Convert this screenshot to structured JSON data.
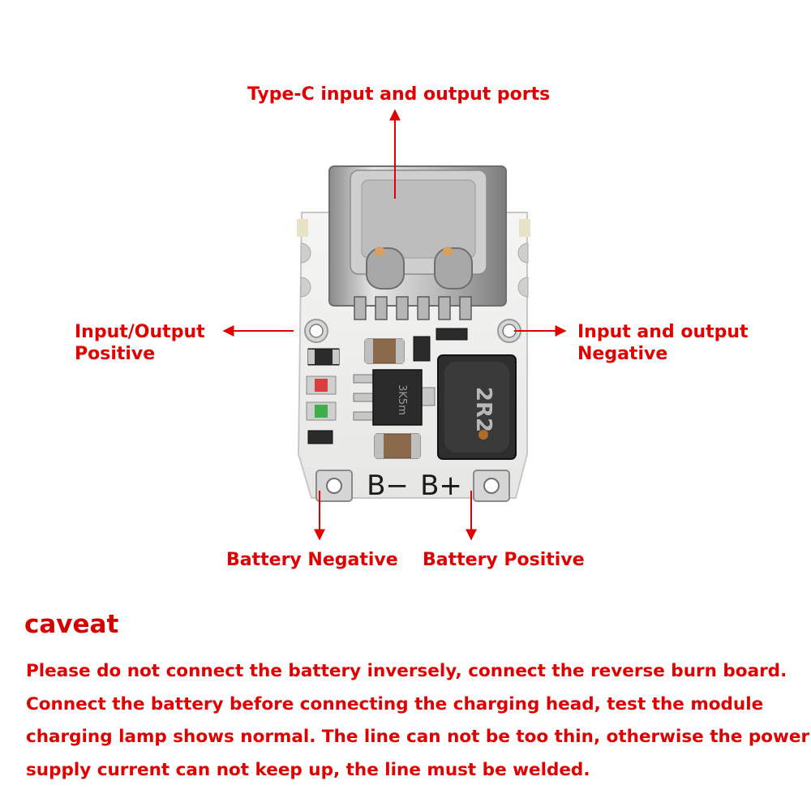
{
  "labels": {
    "typec": "Type-C input and output ports",
    "in_pos_1": "Input/Output",
    "in_pos_2": "Positive",
    "in_neg_1": "Input and output",
    "in_neg_2": "Negative",
    "bat_neg": "Battery Negative",
    "bat_pos": "Battery Positive"
  },
  "board": {
    "silk_bminus": "B−",
    "silk_bplus": "B+",
    "chip_text": "3K5m",
    "inductor_text": "2R2"
  },
  "caveat": {
    "title": "caveat",
    "lines": [
      "Please do not connect the battery inversely, connect the reverse burn board.",
      "Connect the battery before connecting the charging head, test the module",
      "charging lamp shows normal. The line can not be too thin, otherwise the power",
      "supply current can not keep up, the line must be welded."
    ]
  },
  "colors": {
    "accent": "#e00000",
    "pcb": "#f2f2f0",
    "pad": "#d9d9d9"
  },
  "icons": {
    "arrows": "red-arrow-icon"
  }
}
